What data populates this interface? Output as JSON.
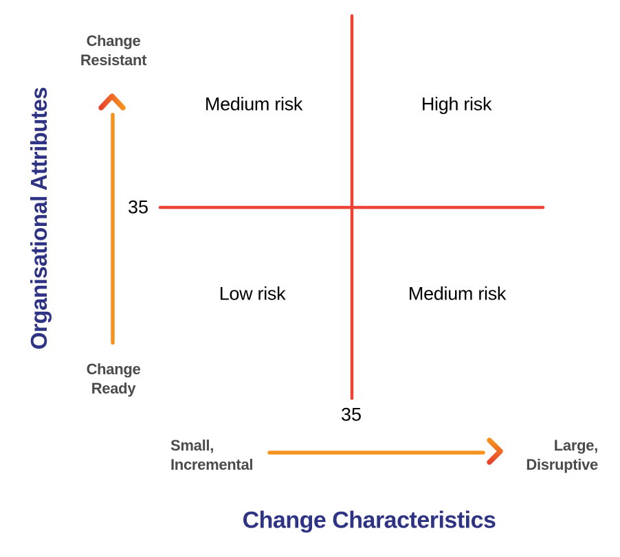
{
  "colors": {
    "navy": "#2E3383",
    "gray": "#4B4B4B",
    "black": "#000000",
    "red": "#EE4236",
    "orange": "#F6921E",
    "arrow-red": "#E8432C"
  },
  "axes": {
    "y_title": "Organisational Attributes",
    "x_title": "Change Characteristics",
    "y_high_lines": [
      "Change",
      "Resistant"
    ],
    "y_low_lines": [
      "Change",
      "Ready"
    ],
    "x_low_lines": [
      "Small,",
      "Incremental"
    ],
    "x_high_lines": [
      "Large,",
      "Disruptive"
    ],
    "y_threshold": "35",
    "x_threshold": "35"
  },
  "quadrants": {
    "top_left": "Medium risk",
    "top_right": "High risk",
    "bottom_left": "Low risk",
    "bottom_right": "Medium risk"
  }
}
